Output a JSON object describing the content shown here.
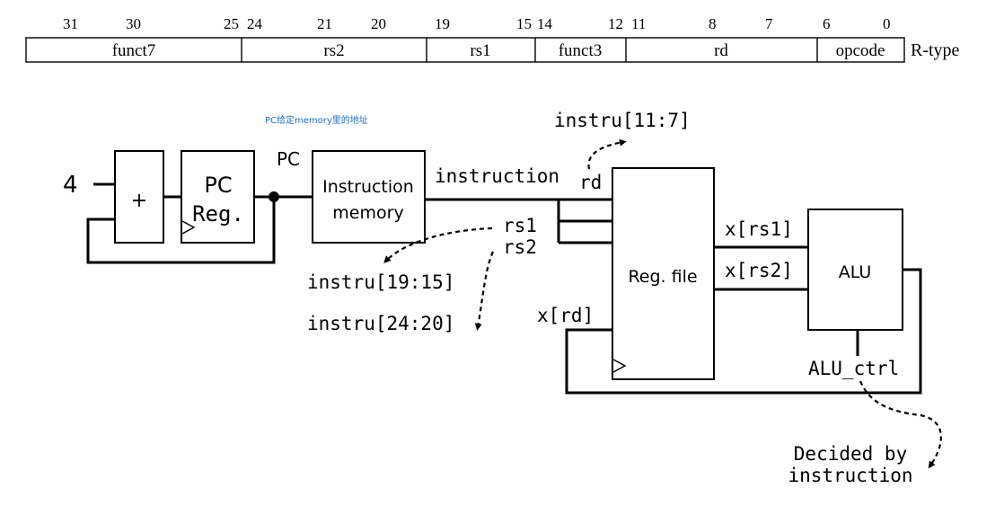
{
  "format_table": {
    "bit_labels": [
      "31",
      "30",
      "25",
      "24",
      "21",
      "20",
      "19",
      "15",
      "14",
      "12",
      "11",
      "8",
      "7",
      "6",
      "0"
    ],
    "fields": [
      "funct7",
      "rs2",
      "rs1",
      "funct3",
      "rd",
      "opcode"
    ],
    "type_label": "R-type"
  },
  "datapath": {
    "const_four": "4",
    "adder": "+",
    "pc_reg": [
      "PC",
      "Reg."
    ],
    "pc_label": "PC",
    "note": "PC给定memory里的地址",
    "instr_mem": [
      "Instruction",
      "memory"
    ],
    "instruction_label": "instruction",
    "rd_field": "instru[11:7]",
    "rd_port": "rd",
    "rs1_port": "rs1",
    "rs2_port": "rs2",
    "rs1_field": "instru[19:15]",
    "rs2_field": "instru[24:20]",
    "reg_file": "Reg. file",
    "xrs1": "x[rs1]",
    "xrs2": "x[rs2]",
    "xrd": "x[rd]",
    "alu": "ALU",
    "alu_ctrl": "ALU_ctrl",
    "decided_by": [
      "Decided by",
      "instruction"
    ]
  },
  "colors": {
    "note": "#1f6fd6",
    "stroke": "#000000"
  }
}
